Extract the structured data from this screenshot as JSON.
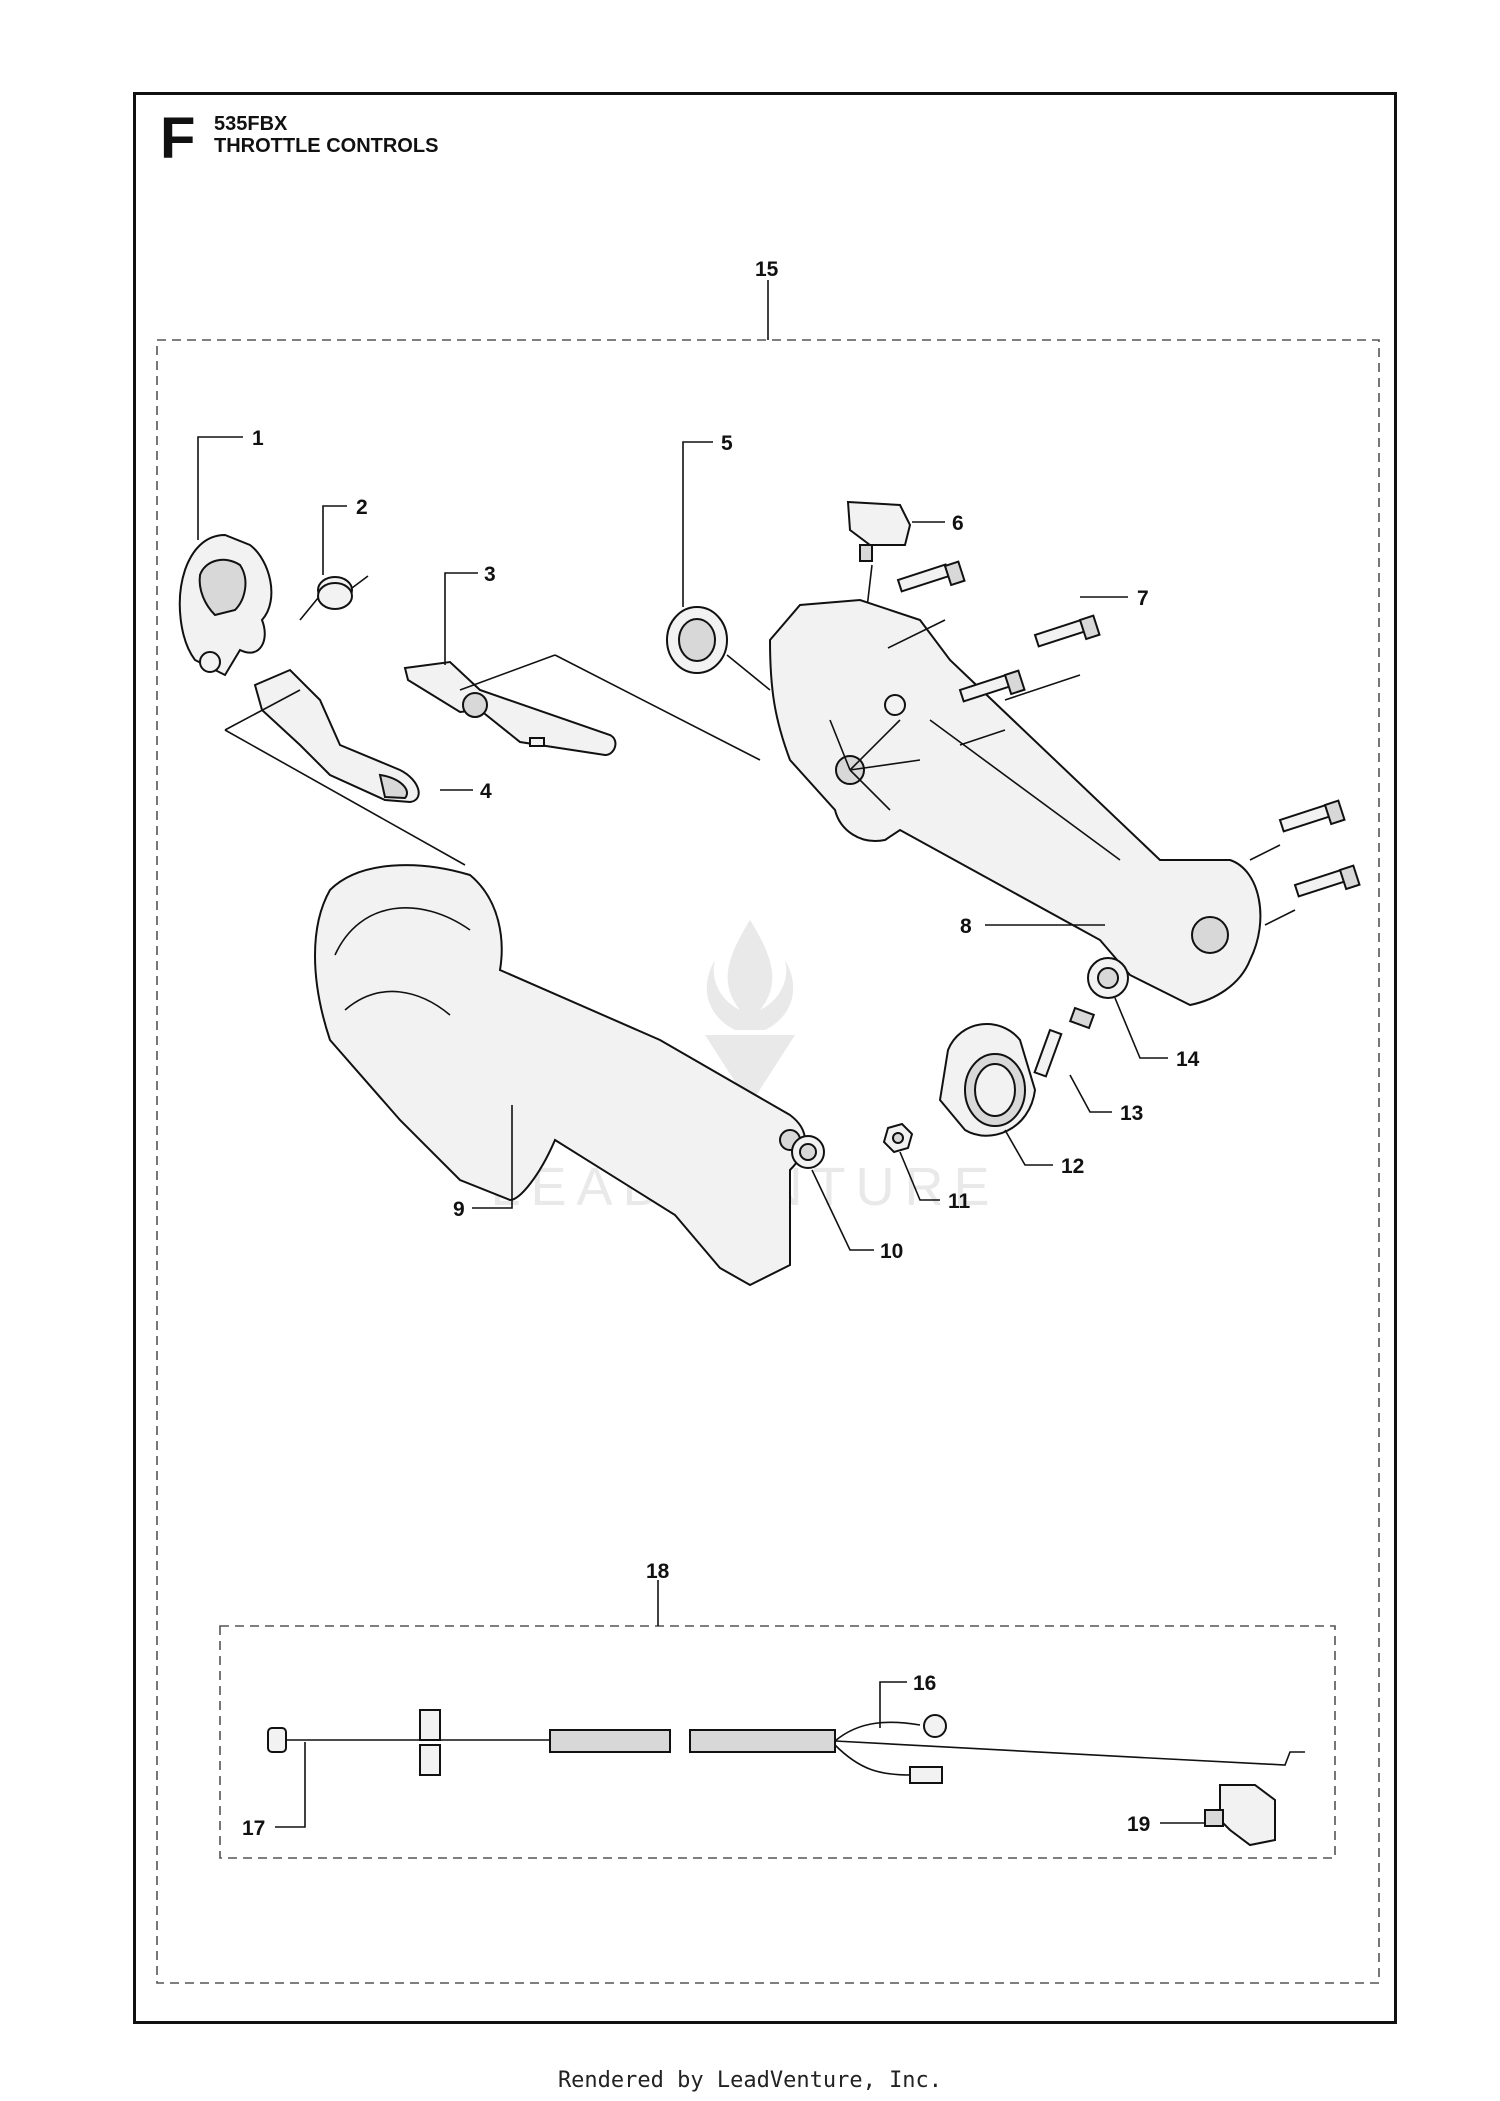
{
  "header": {
    "section_letter": "F",
    "model": "535FBX",
    "title": "THROTTLE CONTROLS"
  },
  "callouts": {
    "c1": "1",
    "c2": "2",
    "c3": "3",
    "c4": "4",
    "c5": "5",
    "c6": "6",
    "c7": "7",
    "c8": "8",
    "c9": "9",
    "c10": "10",
    "c11": "11",
    "c12": "12",
    "c13": "13",
    "c14": "14",
    "c15": "15",
    "c16": "16",
    "c17": "17",
    "c18": "18",
    "c19": "19"
  },
  "watermark": "LEADVENTURE",
  "footer": "Rendered by LeadVenture, Inc."
}
